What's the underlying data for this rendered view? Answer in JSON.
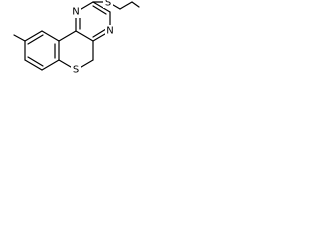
{
  "molecule": {
    "atoms": {
      "n_upper": "N",
      "n_lower": "N",
      "s_thioether": "S",
      "s_ring": "S"
    }
  }
}
